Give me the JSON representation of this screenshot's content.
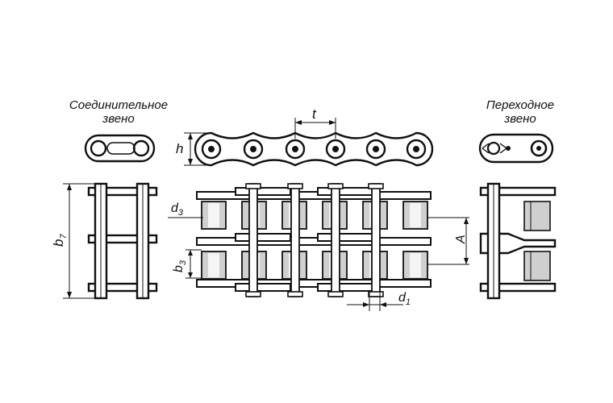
{
  "captions": {
    "connecting_link": [
      "Соединительное",
      "звено"
    ],
    "transition_link": [
      "Переходное",
      "звено"
    ]
  },
  "dimensions": {
    "pitch": "t",
    "height": "h",
    "width_total": "b",
    "width_total_sub": "7",
    "inner_width": "b",
    "inner_width_sub": "3",
    "roller_diameter": "d",
    "roller_diameter_sub": "3",
    "pin_diameter": "d",
    "pin_diameter_sub": "1",
    "row_spacing": "A"
  }
}
